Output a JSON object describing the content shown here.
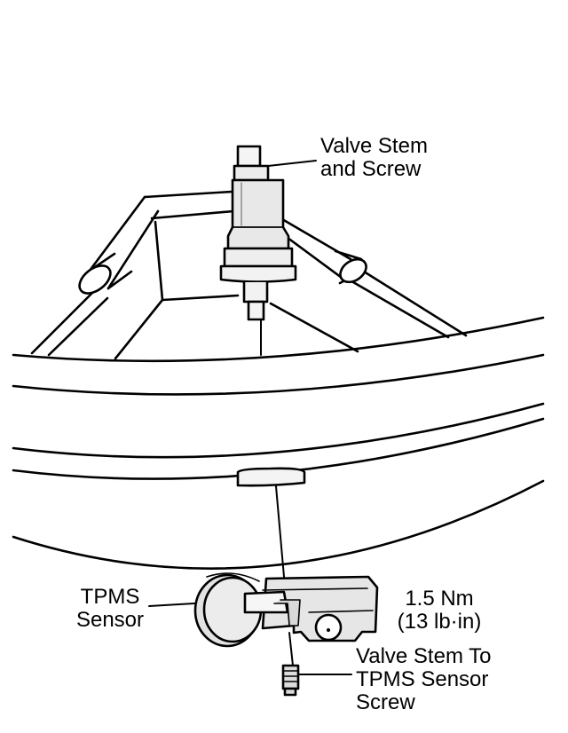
{
  "labels": {
    "valve_stem": [
      "Valve Stem",
      "and Screw"
    ],
    "tpms_sensor": [
      "TPMS",
      "Sensor"
    ],
    "torque": [
      "1.5 Nm",
      "(13 lb·in)"
    ],
    "sensor_screw": [
      "Valve Stem To",
      "TPMS Sensor",
      "Screw"
    ]
  },
  "colors": {
    "line": "#000000",
    "part_fill": "#e6e6e6",
    "part_light": "#f6f6f6",
    "background": "#ffffff"
  }
}
